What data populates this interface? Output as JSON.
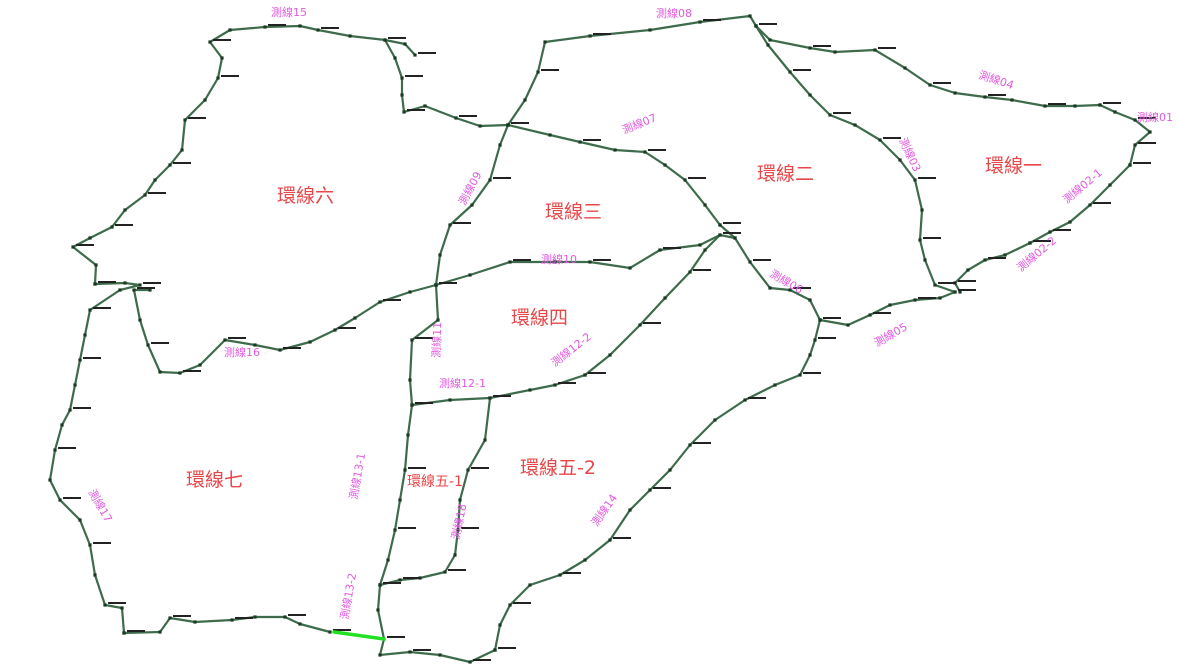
{
  "map": {
    "ring_labels": [
      "環線一",
      "環線二",
      "環線三",
      "環線四",
      "環線五-1",
      "環線五-2",
      "環線六",
      "環線七"
    ],
    "line_labels": [
      "測線01",
      "測線02-1",
      "測線02-2",
      "測線03",
      "測線04",
      "測線05",
      "測線06",
      "測線07",
      "測線08",
      "測線09",
      "測線10",
      "測線11",
      "測線12-1",
      "測線12-2",
      "測線13-1",
      "測線13-2",
      "測線14",
      "測線15",
      "測線16",
      "測線17",
      "測線18"
    ],
    "colors": {
      "route": "#3e6b4b",
      "highlight": "#22e022",
      "ring_label": "#e8474a",
      "line_label": "#e25ae0"
    }
  }
}
